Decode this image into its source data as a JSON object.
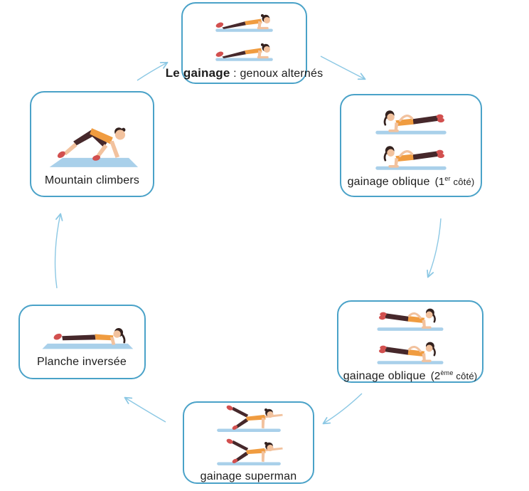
{
  "diagram": {
    "colors": {
      "box_border": "#4aa2c8",
      "arrow": "#8cc8e4",
      "label_text": "#1c1c1c",
      "mat": "#a9d0ea",
      "top": "#f09c40",
      "pants": "#46282b",
      "skin": "#f2c29e",
      "hair": "#33211e",
      "shoes": "#d2504f"
    },
    "nodes": [
      {
        "id": "gainage-genoux-alternes",
        "label_bold": "Le gainage",
        "label_rest": " : genoux alternés",
        "figure": "forearm-plank",
        "figure_count": 2
      },
      {
        "id": "gainage-oblique-1er-cote",
        "label": "gainage oblique",
        "paren_pre": "(1",
        "paren_sup": "er",
        "paren_post": " côté)",
        "figure": "side-plank-facing-left",
        "figure_count": 2
      },
      {
        "id": "gainage-oblique-2eme-cote",
        "label": "gainage oblique",
        "paren_pre": "(2",
        "paren_sup": "ème",
        "paren_post": " côté)",
        "figure": "side-plank-facing-right",
        "figure_count": 2
      },
      {
        "id": "gainage-superman",
        "label": "gainage superman",
        "figure": "superman-plank",
        "figure_count": 2
      },
      {
        "id": "planche-inversee",
        "label": "Planche inversée",
        "figure": "reverse-plank",
        "figure_count": 1
      },
      {
        "id": "mountain-climbers",
        "label": "Mountain climbers",
        "figure": "mountain-climber",
        "figure_count": 1
      }
    ],
    "arrows": [
      {
        "from": "gainage-genoux-alternes",
        "to": "gainage-oblique-1er-cote"
      },
      {
        "from": "gainage-oblique-1er-cote",
        "to": "gainage-oblique-2eme-cote"
      },
      {
        "from": "gainage-oblique-2eme-cote",
        "to": "gainage-superman"
      },
      {
        "from": "gainage-superman",
        "to": "planche-inversee"
      },
      {
        "from": "planche-inversee",
        "to": "mountain-climbers"
      },
      {
        "from": "mountain-climbers",
        "to": "gainage-genoux-alternes"
      }
    ]
  }
}
